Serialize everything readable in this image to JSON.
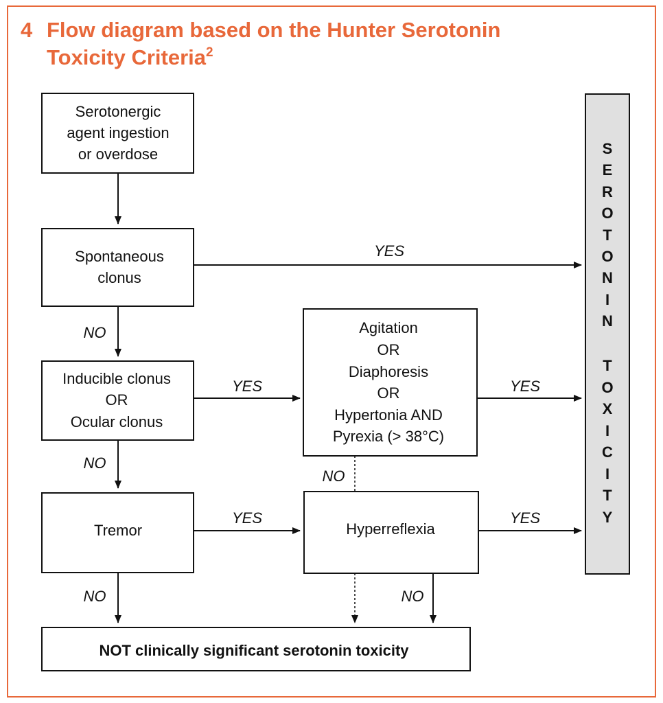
{
  "heading": {
    "number": "4",
    "line1": "Flow diagram based on the Hunter Serotonin",
    "line2": "Toxicity Criteria",
    "superscript": "2"
  },
  "boxes": {
    "ingestion": [
      "Serotonergic",
      "agent ingestion",
      "or overdose"
    ],
    "spontaneous": [
      "Spontaneous",
      "clonus"
    ],
    "inducible": [
      "Inducible clonus",
      "OR",
      "Ocular clonus"
    ],
    "tremor": [
      "Tremor"
    ],
    "agitation": [
      "Agitation",
      "OR",
      "Diaphoresis",
      "OR",
      "Hypertonia AND",
      "Pyrexia (> 38°C)"
    ],
    "hyperreflexia": [
      "Hyperreflexia"
    ],
    "not_significant": "NOT clinically significant serotonin toxicity",
    "toxicity_letters": [
      "S",
      "E",
      "R",
      "O",
      "T",
      "O",
      "N",
      "I",
      "N",
      "",
      "T",
      "O",
      "X",
      "I",
      "C",
      "I",
      "T",
      "Y"
    ]
  },
  "labels": {
    "yes": "YES",
    "no": "NO"
  },
  "colors": {
    "accent": "#e8683a",
    "side_fill": "#e0e0e0",
    "line": "#111111"
  }
}
